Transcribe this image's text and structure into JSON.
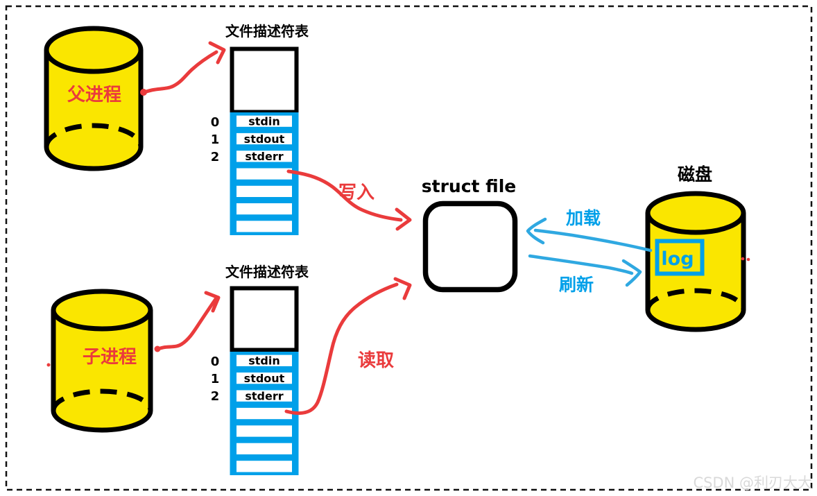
{
  "colors": {
    "process_fill": "#FAE600",
    "outline": "#000000",
    "accent_blue": "#00A0E9",
    "accent_red": "#EA3B3C",
    "watermark_gray": "#D9D9D9",
    "background": "#FFFFFF"
  },
  "parent_process": {
    "label": "父进程"
  },
  "child_process": {
    "label": "子进程"
  },
  "fd_tables": {
    "top": {
      "title": "文件描述符表",
      "indices": [
        "0",
        "1",
        "2"
      ],
      "entries": [
        "stdin",
        "stdout",
        "stderr"
      ]
    },
    "bottom": {
      "title": "文件描述符表",
      "indices": [
        "0",
        "1",
        "2"
      ],
      "entries": [
        "stdin",
        "stdout",
        "stderr"
      ]
    }
  },
  "struct_file": {
    "label": "struct file"
  },
  "disk": {
    "label": "磁盘",
    "file_label": "log"
  },
  "flows": {
    "write": "写入",
    "read": "读取",
    "load": "加载",
    "flush": "刷新"
  },
  "watermark": {
    "text": "CSDN @利刃大大"
  }
}
